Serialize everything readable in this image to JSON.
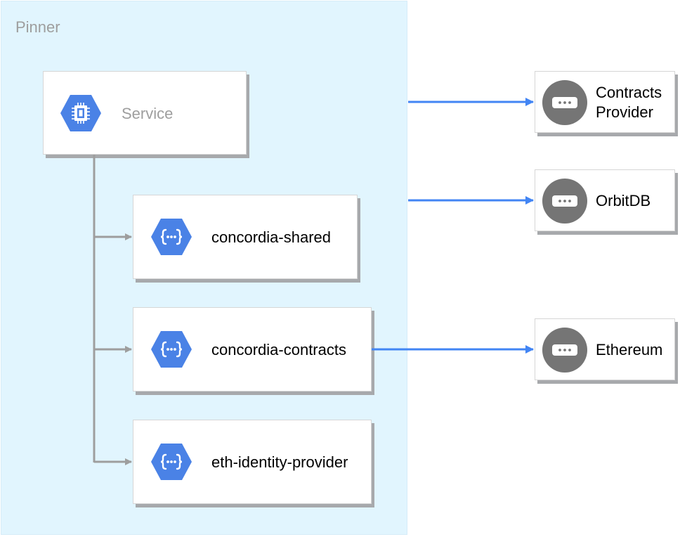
{
  "group": {
    "label": "Pinner"
  },
  "service": {
    "label": "Service",
    "icon": "compute-engine-icon"
  },
  "modules": [
    {
      "label": "concordia-shared",
      "icon": "api-icon"
    },
    {
      "label": "concordia-contracts",
      "icon": "api-icon"
    },
    {
      "label": "eth-identity-provider",
      "icon": "api-icon"
    }
  ],
  "external": [
    {
      "line1": "Contracts",
      "line2": "Provider",
      "icon": "external-service-icon"
    },
    {
      "line1": "OrbitDB",
      "line2": "",
      "icon": "external-service-icon"
    },
    {
      "line1": "Ethereum",
      "line2": "",
      "icon": "external-service-icon"
    }
  ],
  "colors": {
    "group_bg": "#e1f5fe",
    "gcp_blue": "#4a82e6",
    "connector_gray": "#9e9e9e",
    "arrow_blue": "#4285f4",
    "external_icon": "#757575"
  }
}
